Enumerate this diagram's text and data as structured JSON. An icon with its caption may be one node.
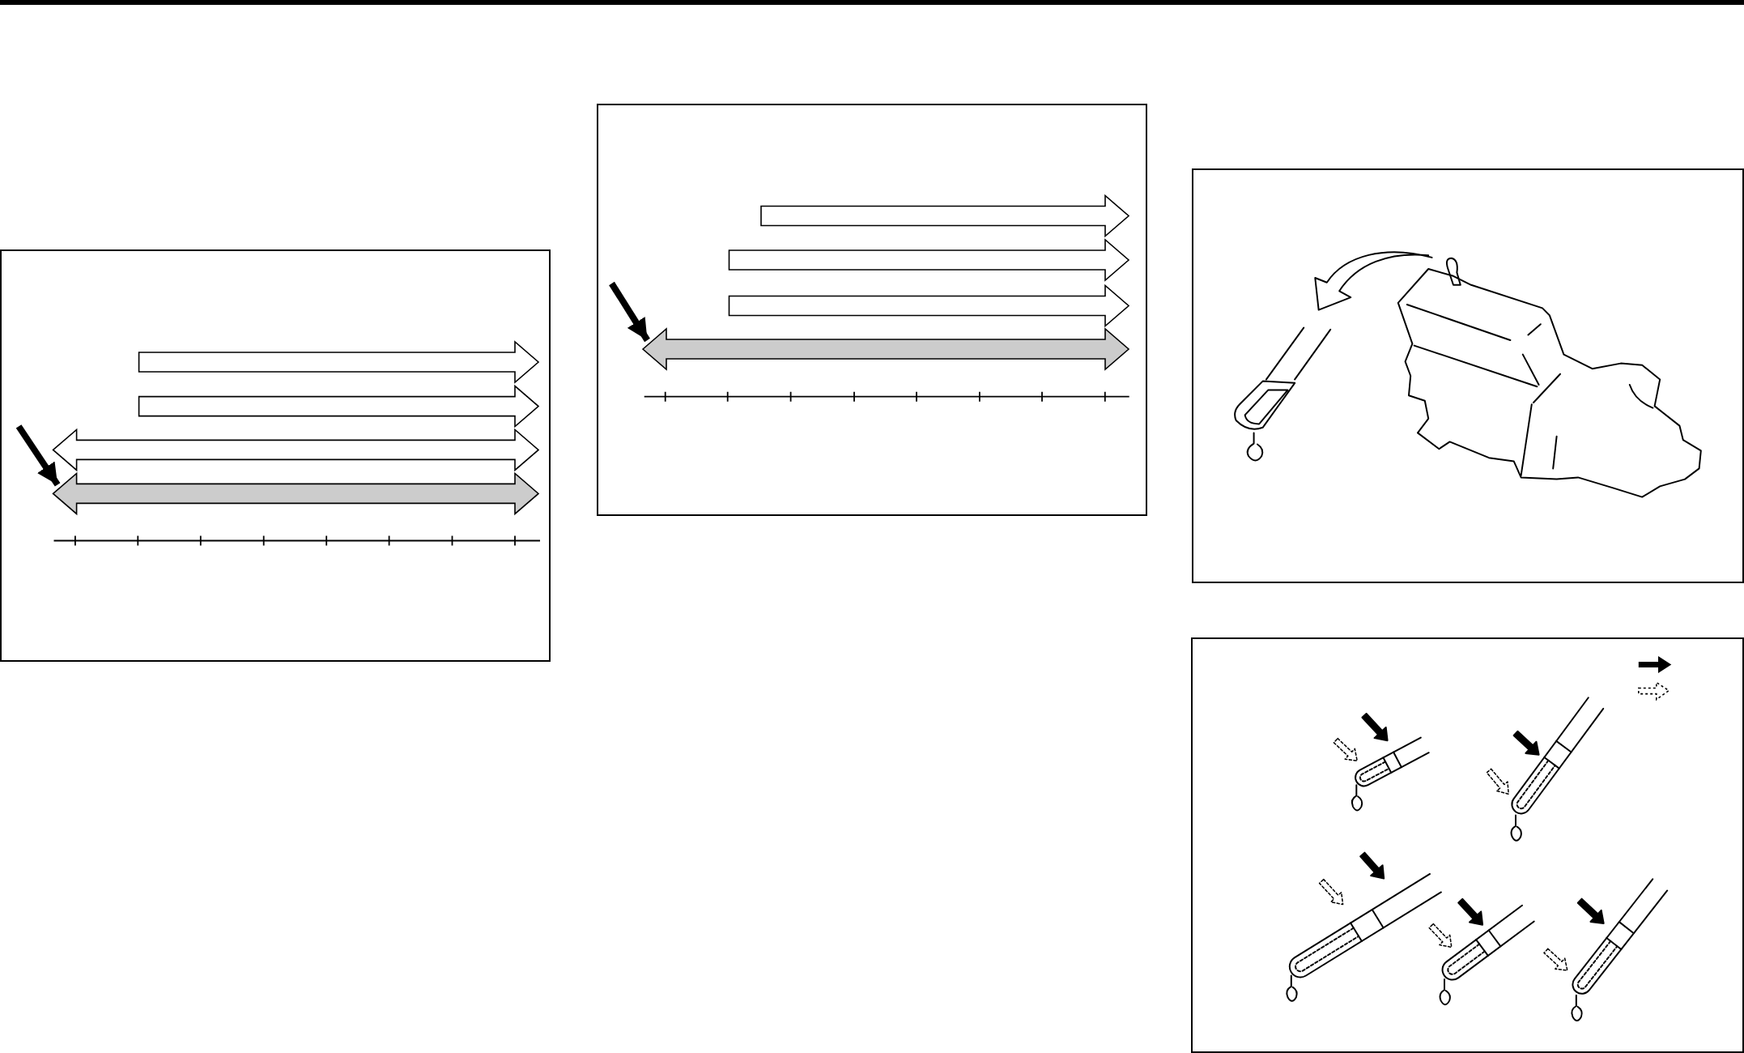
{
  "diagram": {
    "nodes": [
      {
        "text": [],
        "shape": "box"
      },
      {
        "text": [],
        "shape": "arrow",
        "in": 0
      },
      {
        "text": [],
        "shape": "arrow",
        "in": 0
      },
      {
        "text": [],
        "shape": "arrow",
        "in": 0
      },
      {
        "text": [],
        "shape": "arrow",
        "in": 0
      },
      {
        "text": [],
        "shape": "box"
      },
      {
        "text": [],
        "shape": "arrow",
        "in": 5
      },
      {
        "text": [],
        "shape": "arrow",
        "in": 5
      },
      {
        "text": [],
        "shape": "arrow",
        "in": 5
      },
      {
        "text": [],
        "shape": "arrow",
        "in": 5
      },
      {
        "text": [],
        "shape": "box"
      },
      {
        "text": [],
        "shape": "picture",
        "in": 10
      },
      {
        "text": [],
        "shape": "box"
      },
      {
        "text": [],
        "shape": "picture",
        "in": 12
      }
    ],
    "edges": [
      {
        "from": null,
        "to": 4,
        "arrow": "to"
      },
      {
        "from": null,
        "to": 9,
        "arrow": "to"
      }
    ]
  }
}
